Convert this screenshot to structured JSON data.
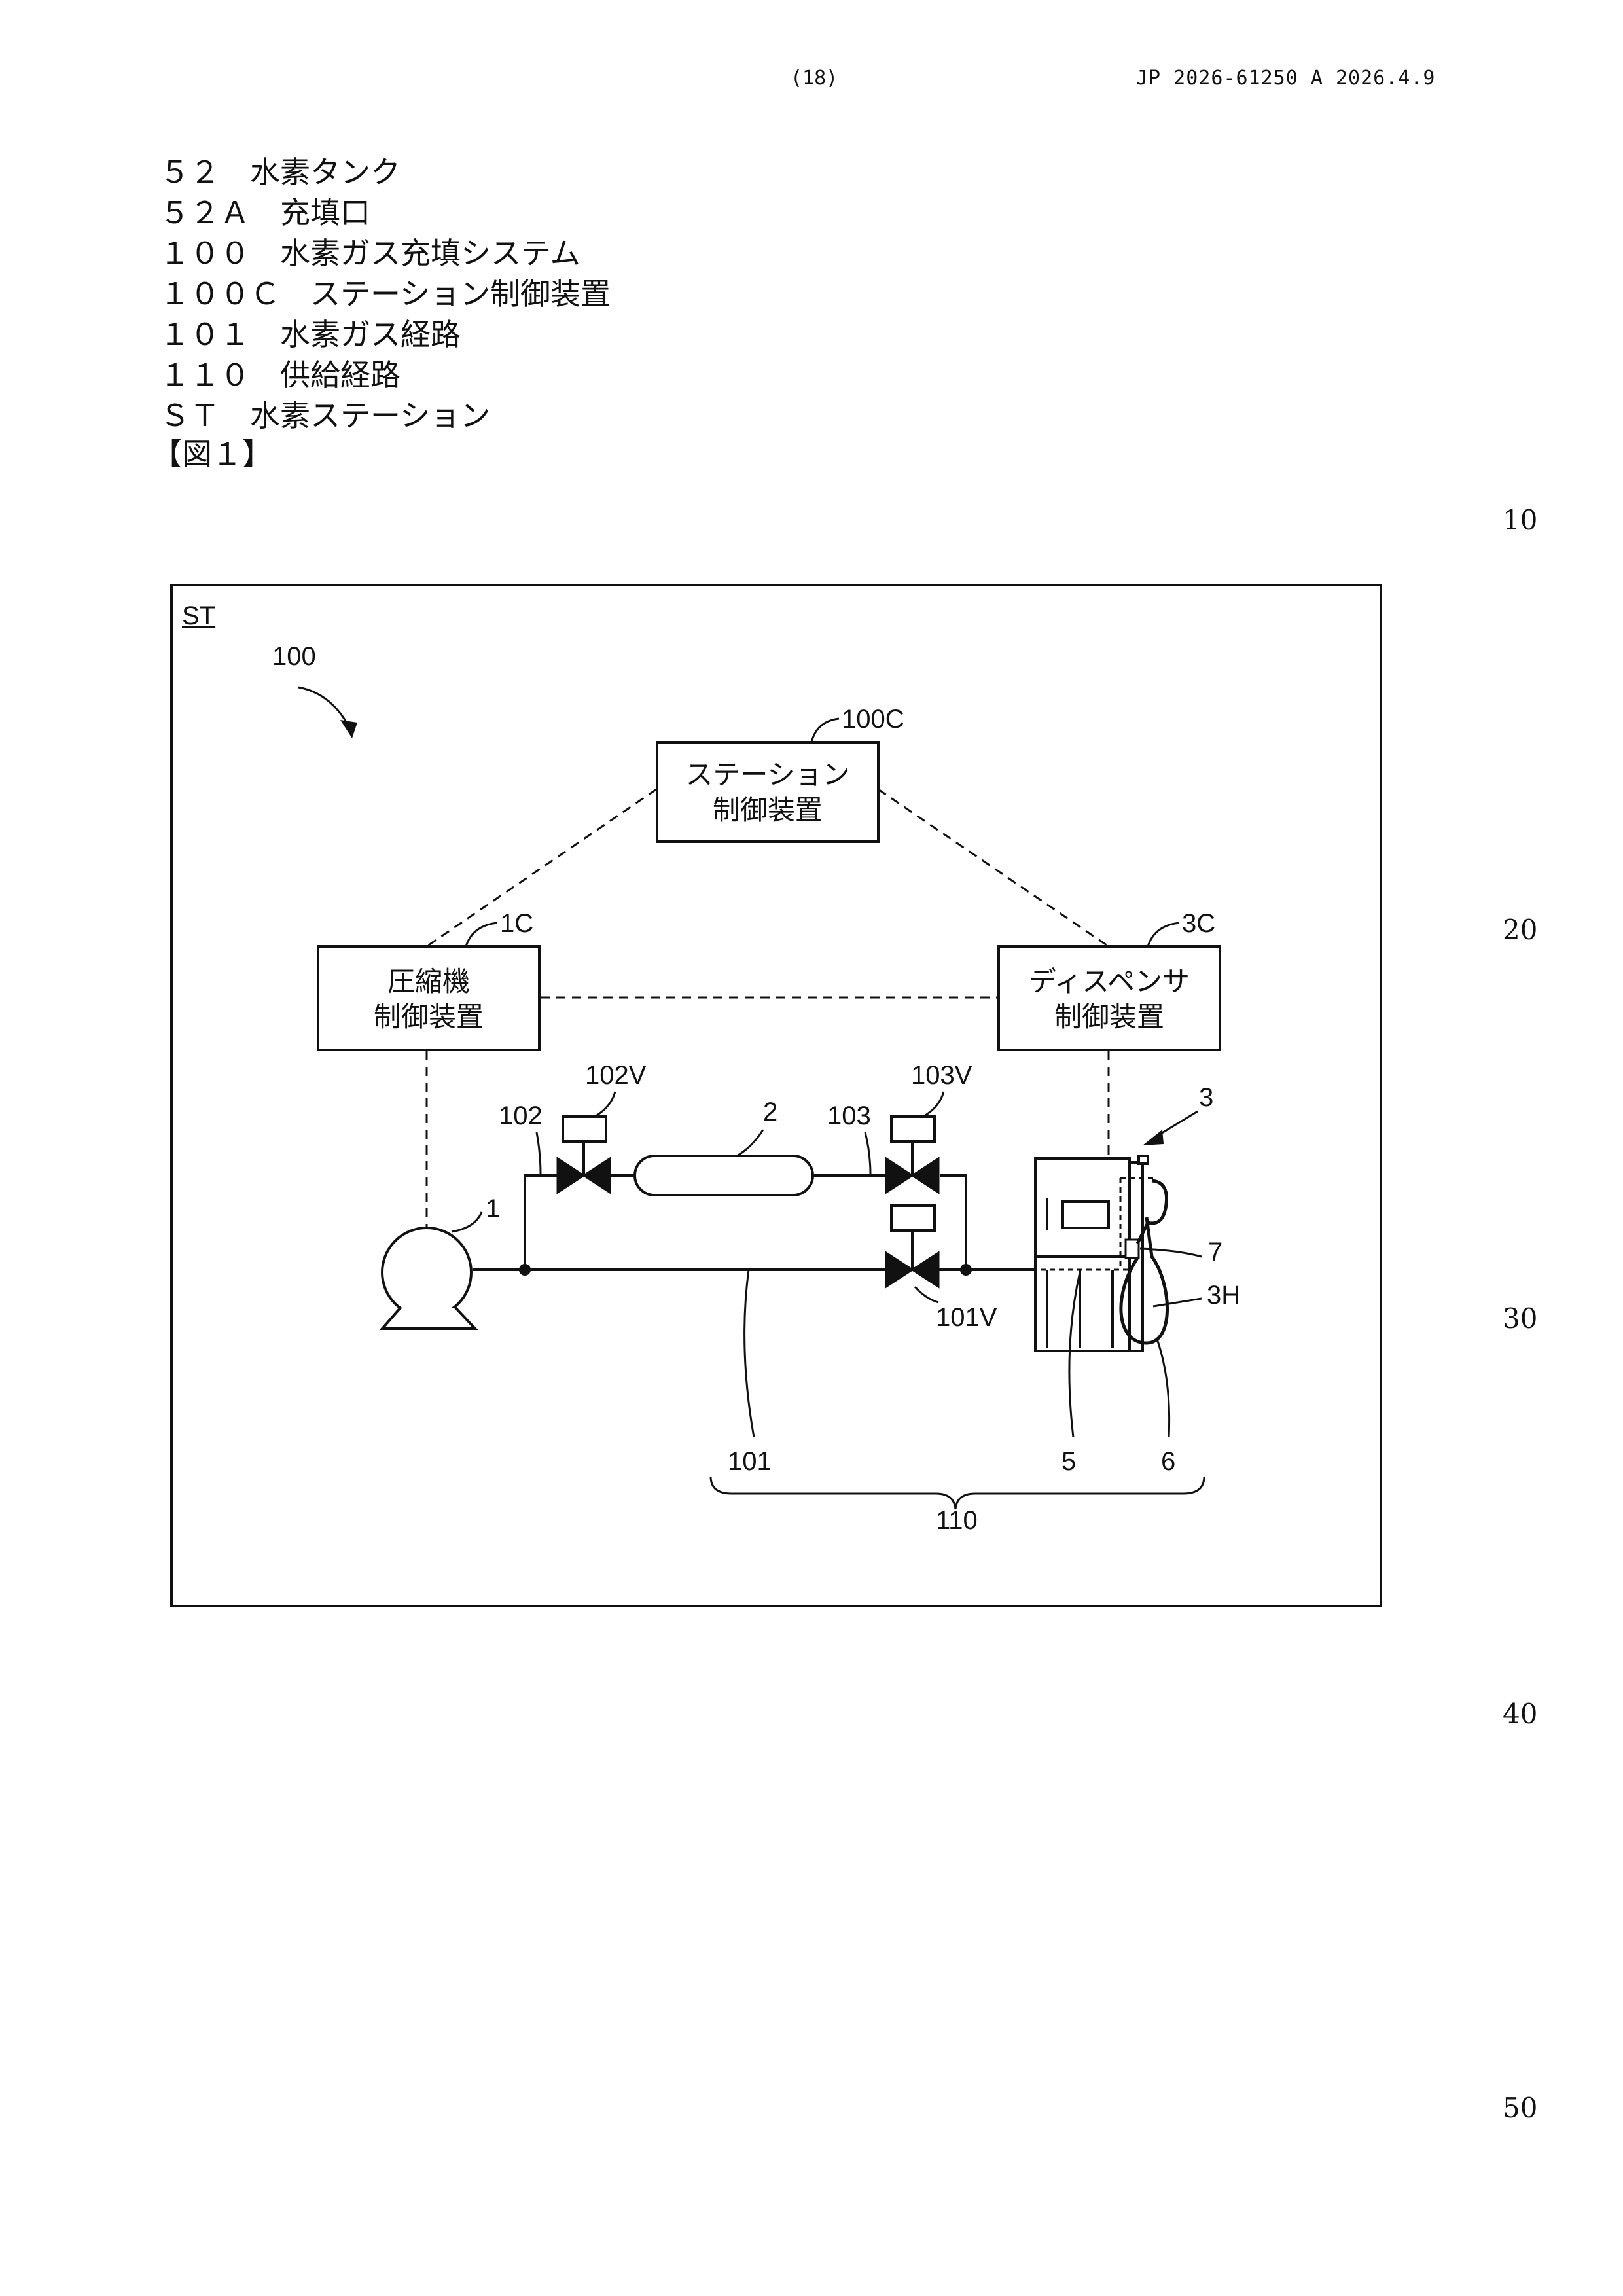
{
  "header": {
    "page": "(18)",
    "publication": "JP  2026-61250  A  2026.4.9"
  },
  "reference_signs": [
    "５２　水素タンク",
    "５２Ａ　充填口",
    "１００　水素ガス充填システム",
    "１００Ｃ　ステーション制御装置",
    "１０１　水素ガス経路",
    "１１０　供給経路",
    "ＳＴ　水素ステーション"
  ],
  "figure_caption": "【図１】",
  "line_numbers": [
    "10",
    "20",
    "30",
    "40",
    "50"
  ],
  "figure": {
    "frame_label": "ST",
    "system_ref": "100",
    "station_controller": {
      "ref": "100C",
      "line1": "ステーション",
      "line2": "制御装置"
    },
    "compressor_controller": {
      "ref": "1C",
      "line1": "圧縮機",
      "line2": "制御装置"
    },
    "dispenser_controller": {
      "ref": "3C",
      "line1": "ディスペンサ",
      "line2": "制御装置"
    },
    "labels": {
      "compressor": "1",
      "tank": "2",
      "dispenser": "3",
      "path_102": "102",
      "valve_102": "102V",
      "path_103": "103",
      "valve_103": "103V",
      "valve_101": "101V",
      "path_101": "101",
      "internal_path": "5",
      "hose": "6",
      "meter": "7",
      "nozzle": "3H",
      "supply_path": "110"
    }
  }
}
